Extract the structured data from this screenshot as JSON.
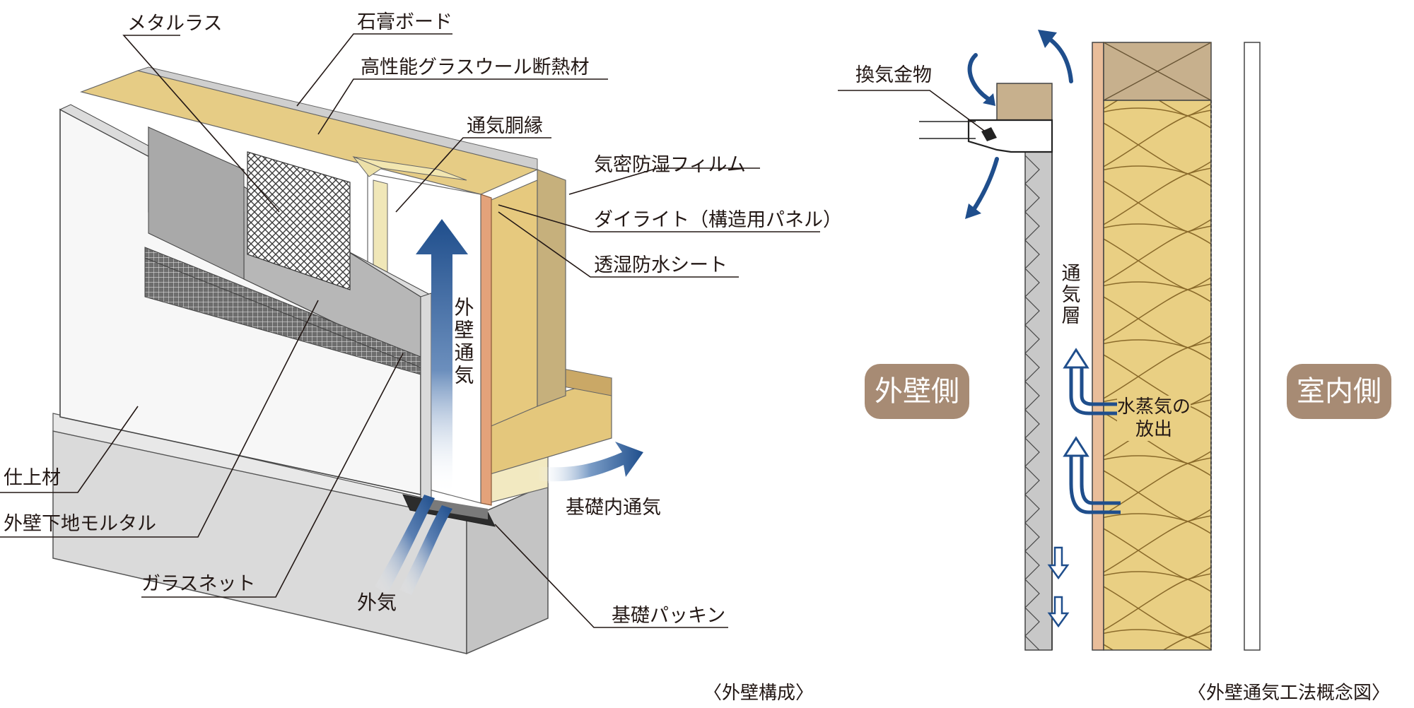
{
  "left_diagram": {
    "labels": {
      "metal_lath": "メタルラス",
      "gypsum_board": "石膏ボード",
      "insulation": "高性能グラスウール断熱材",
      "furring": "通気胴縁",
      "airtight_film": "気密防湿フィルム",
      "dailite": "ダイライト（構造用パネル）",
      "breathable_sheet": "透湿防水シート",
      "finish": "仕上材",
      "mortar": "外壁下地モルタル",
      "glass_net": "ガラスネット",
      "outside_air": "外気",
      "foundation_ventilation": "基礎内通気",
      "foundation_packing": "基礎パッキン",
      "wall_ventilation": "外壁通気"
    },
    "caption": "〈外壁構成〉"
  },
  "right_diagram": {
    "labels": {
      "vent_hardware": "換気金物",
      "air_layer": "通気層",
      "vapor_release": "水蒸気の放出"
    },
    "badges": {
      "exterior_side": "外壁側",
      "interior_side": "室内側"
    },
    "caption": "〈外壁通気工法概念図〉"
  },
  "colors": {
    "insulation_yellow": "#e9cf83",
    "plywood_tan": "#c9ad86",
    "sheet_pink": "#e9bd9a",
    "gray": "#bdbdbd",
    "arrow_blue": "#1f4e8c",
    "badge_brown": "#a78b74"
  }
}
